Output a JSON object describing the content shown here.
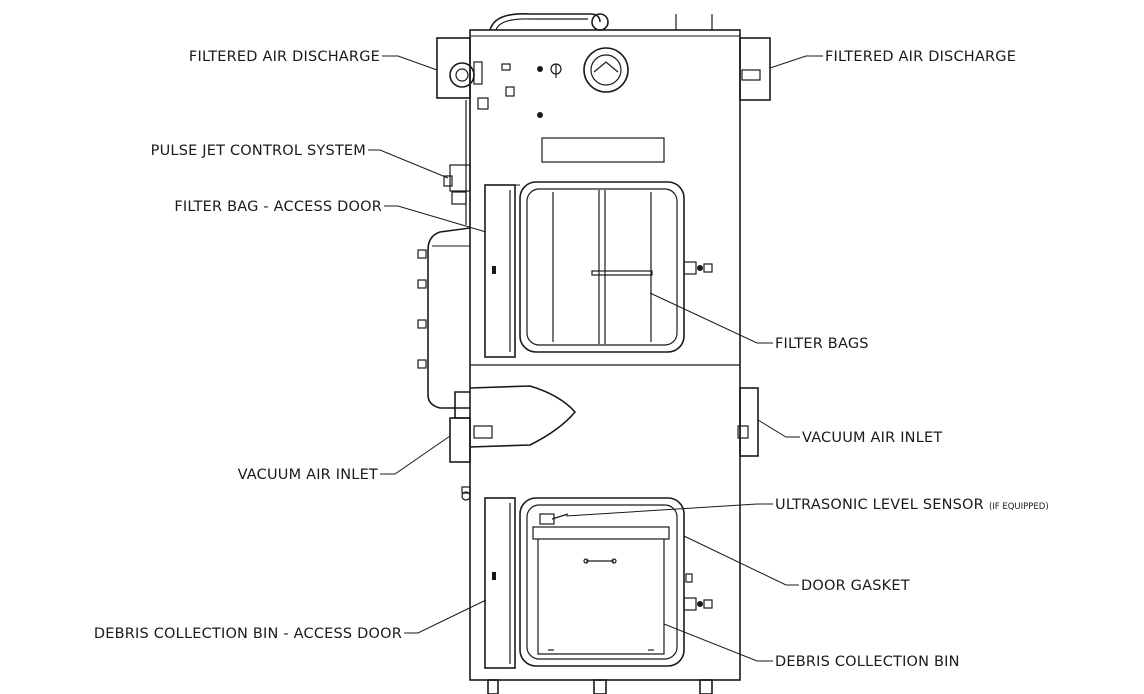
{
  "labels": {
    "filtered_air_discharge_left": "FILTERED AIR DISCHARGE",
    "filtered_air_discharge_right": "FILTERED AIR DISCHARGE",
    "pulse_jet_control_system": "PULSE JET CONTROL SYSTEM",
    "filter_bag_access_door": "FILTER BAG - ACCESS DOOR",
    "filter_bags": "FILTER BAGS",
    "vacuum_air_inlet_left": "VACUUM AIR INLET",
    "vacuum_air_inlet_right": "VACUUM AIR INLET",
    "ultrasonic_level_sensor": "ULTRASONIC LEVEL SENSOR",
    "ultrasonic_level_sensor_note": "(IF EQUIPPED)",
    "door_gasket": "DOOR GASKET",
    "debris_collection_bin_access_door": "DEBRIS COLLECTION BIN - ACCESS DOOR",
    "debris_collection_bin": "DEBRIS COLLECTION BIN"
  }
}
